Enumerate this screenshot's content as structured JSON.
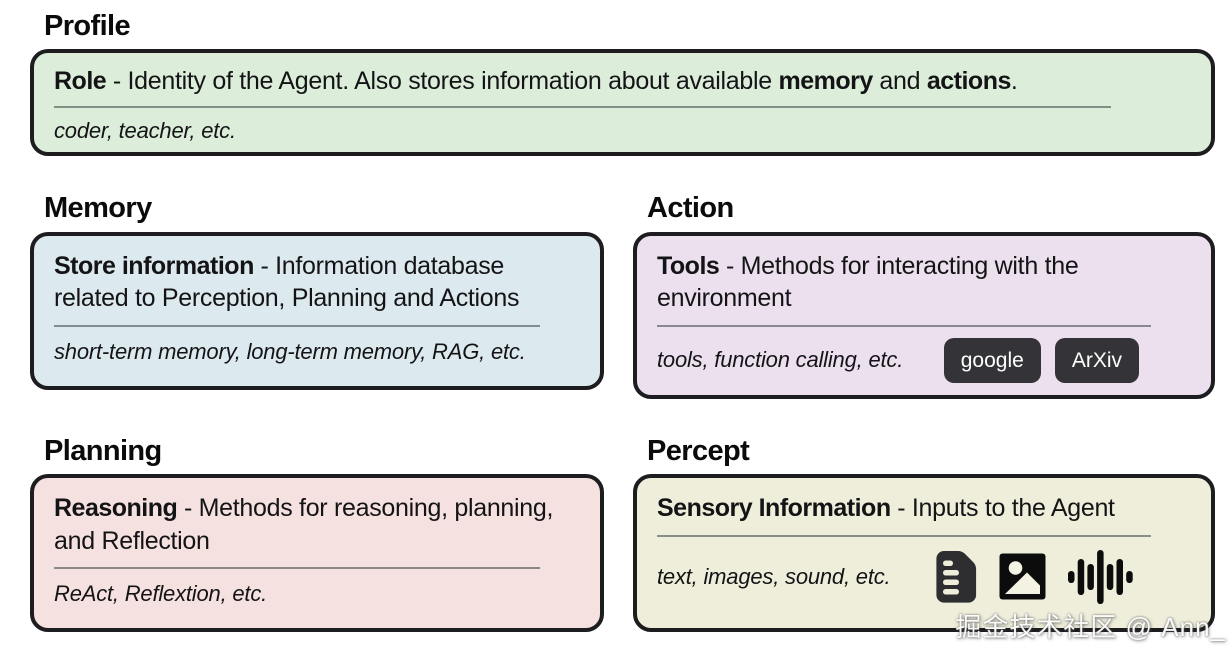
{
  "watermark": "掘金技术社区 @ Ann_",
  "colors": {
    "profile_bg": "#dceeda",
    "memory_bg": "#dce9ee",
    "action_bg": "#ecdfee",
    "planning_bg": "#f5e1df",
    "percept_bg": "#efeedb",
    "box_border": "#1d1d1f",
    "separator": "#697272",
    "button_bg": "#343337",
    "button_text": "#ffffff",
    "icon_color": "#1a1a1a"
  },
  "profile": {
    "heading": "Profile",
    "term": "Role",
    "desc_1": " - Identity of the Agent. Also stores information about available ",
    "desc_bold_1": "memory",
    "desc_2": " and ",
    "desc_bold_2": "actions",
    "desc_3": ".",
    "examples": "coder, teacher, etc."
  },
  "memory": {
    "heading": "Memory",
    "term": "Store information",
    "desc": " - Information database related to Perception, Planning and Actions",
    "examples": "short-term memory, long-term memory, RAG, etc."
  },
  "action": {
    "heading": "Action",
    "term": "Tools",
    "desc": " - Methods for interacting with the environment",
    "examples": "tools, function calling, etc.",
    "buttons": [
      "google",
      "ArXiv"
    ]
  },
  "planning": {
    "heading": "Planning",
    "term": "Reasoning",
    "desc": " - Methods for reasoning, planning, and Reflection",
    "examples": "ReAct, Reflextion, etc."
  },
  "percept": {
    "heading": "Percept",
    "term": "Sensory Information",
    "desc": " - Inputs to the Agent",
    "examples": "text, images, sound, etc.",
    "icons": [
      "document-icon",
      "image-icon",
      "audio-waveform-icon"
    ]
  }
}
